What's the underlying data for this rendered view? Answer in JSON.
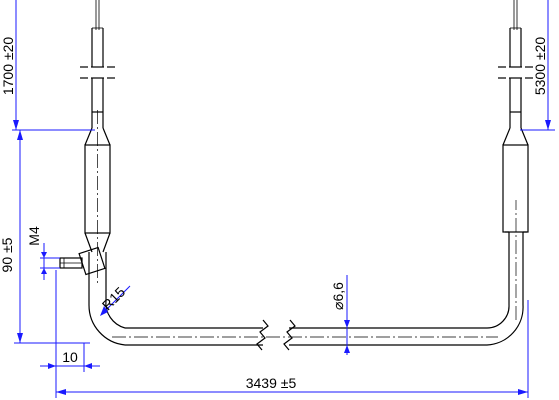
{
  "dimensions": {
    "left_cable_length": "1700 ±20",
    "right_cable_length": "5300 ±20",
    "sensor_height": "90 ±5",
    "thread": "M4",
    "bend_radius": "R15",
    "tube_diameter": "⌀6,6",
    "offset": "10",
    "total_length": "3439 ±5"
  },
  "colors": {
    "outline": "#000000",
    "dimension_lines": "#1a1aff",
    "background": "#ffffff"
  }
}
